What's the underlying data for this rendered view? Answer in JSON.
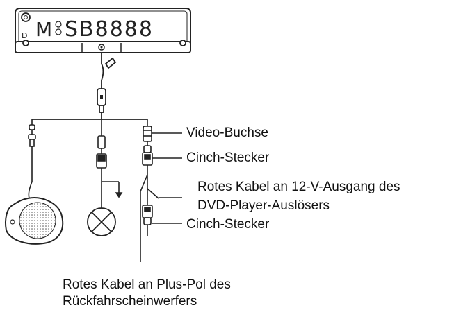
{
  "plate": {
    "text": "M",
    "digits": "SB8888",
    "letter_d": "D"
  },
  "labels": {
    "video_jack": "Video-Buchse",
    "cinch_plug_1": "Cinch-Stecker",
    "red_cable_12v_line1": "Rotes Kabel an 12-V-Ausgang des",
    "red_cable_12v_line2": "DVD-Player-Auslösers",
    "cinch_plug_2": "Cinch-Stecker",
    "red_cable_plus_line1": "Rotes Kabel an Plus-Pol des",
    "red_cable_plus_line2": "Rückfahrscheinwerfers"
  }
}
